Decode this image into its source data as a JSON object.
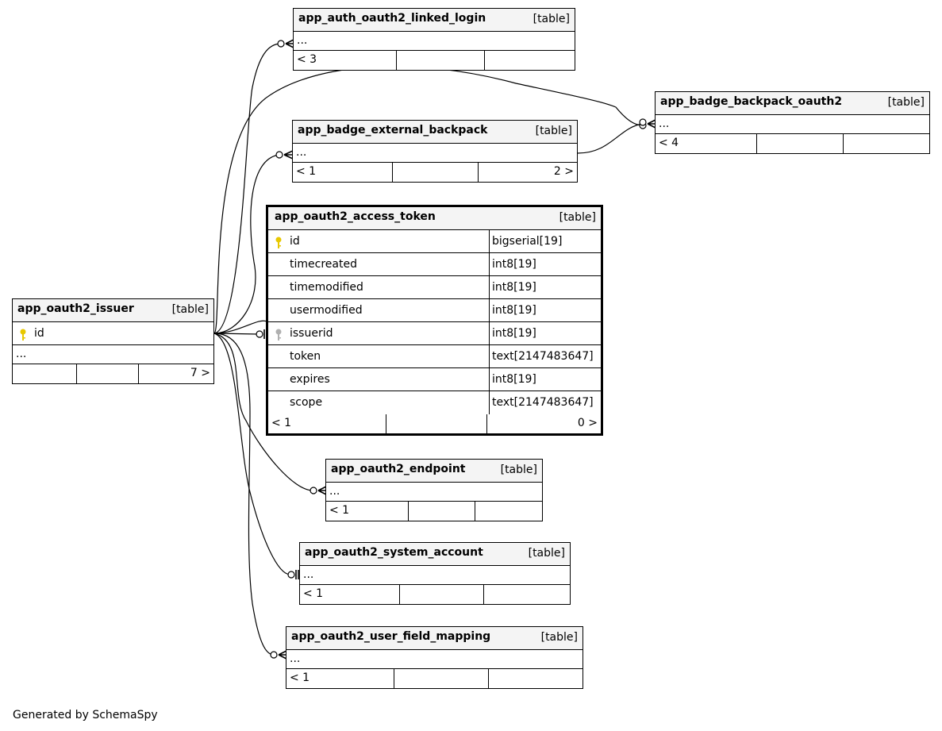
{
  "generator": "Generated by SchemaSpy",
  "colors": {
    "primary_key": "#e8c800",
    "foreign_key": "#b0b0b0",
    "header_bg": "#f4f4f4"
  },
  "tables": {
    "linked_login": {
      "name": "app_auth_oauth2_linked_login",
      "kind": "[table]",
      "ellipsis": "...",
      "parents": "< 3",
      "children": ""
    },
    "backpack_oauth2": {
      "name": "app_badge_backpack_oauth2",
      "kind": "[table]",
      "ellipsis": "...",
      "parents": "< 4",
      "children": ""
    },
    "external_backpack": {
      "name": "app_badge_external_backpack",
      "kind": "[table]",
      "ellipsis": "...",
      "parents": "< 1",
      "children": "2 >"
    },
    "access_token": {
      "name": "app_oauth2_access_token",
      "kind": "[table]",
      "parents": "< 1",
      "children": "0 >",
      "columns": [
        {
          "name": "id",
          "type": "bigserial[19]",
          "key": "primary"
        },
        {
          "name": "timecreated",
          "type": "int8[19]",
          "key": ""
        },
        {
          "name": "timemodified",
          "type": "int8[19]",
          "key": ""
        },
        {
          "name": "usermodified",
          "type": "int8[19]",
          "key": ""
        },
        {
          "name": "issuerid",
          "type": "int8[19]",
          "key": "foreign"
        },
        {
          "name": "token",
          "type": "text[2147483647]",
          "key": ""
        },
        {
          "name": "expires",
          "type": "int8[19]",
          "key": ""
        },
        {
          "name": "scope",
          "type": "text[2147483647]",
          "key": ""
        }
      ]
    },
    "issuer": {
      "name": "app_oauth2_issuer",
      "kind": "[table]",
      "key_column": "id",
      "ellipsis": "...",
      "parents": "",
      "children": "7 >"
    },
    "endpoint": {
      "name": "app_oauth2_endpoint",
      "kind": "[table]",
      "ellipsis": "...",
      "parents": "< 1",
      "children": ""
    },
    "system_account": {
      "name": "app_oauth2_system_account",
      "kind": "[table]",
      "ellipsis": "...",
      "parents": "< 1",
      "children": ""
    },
    "user_field_mapping": {
      "name": "app_oauth2_user_field_mapping",
      "kind": "[table]",
      "ellipsis": "...",
      "parents": "< 1",
      "children": ""
    }
  }
}
